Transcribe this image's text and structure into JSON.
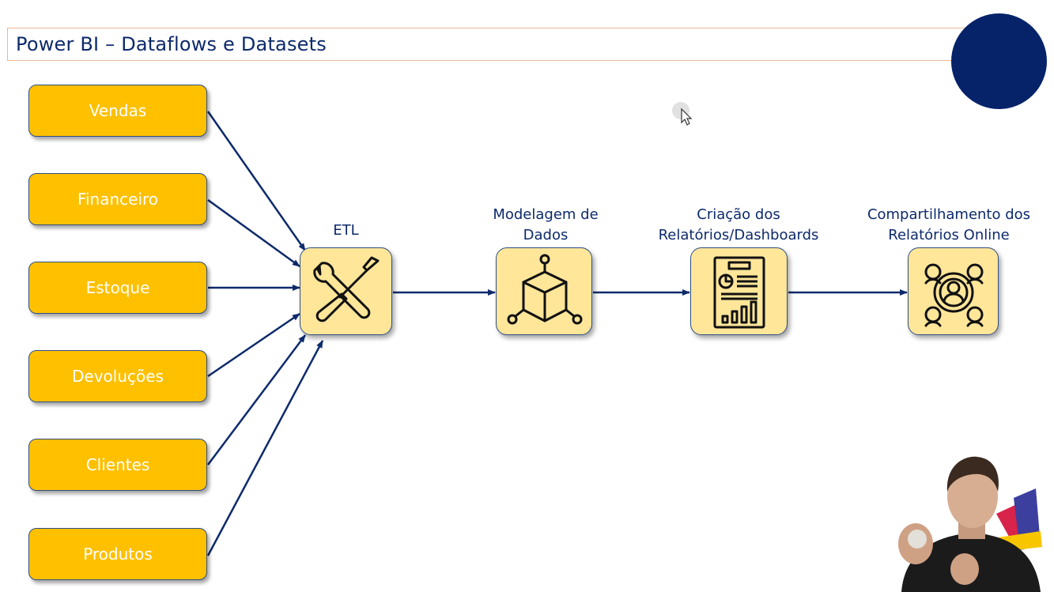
{
  "title": "Power BI – Dataflows e Datasets",
  "sources": [
    "Vendas",
    "Financeiro",
    "Estoque",
    "Devoluções",
    "Clientes",
    "Produtos"
  ],
  "steps": [
    {
      "label_line1": "ETL",
      "label_line2": "",
      "icon": "wrench-screwdriver-icon"
    },
    {
      "label_line1": "Modelagem de",
      "label_line2": "Dados",
      "icon": "cube-network-icon"
    },
    {
      "label_line1": "Criação dos",
      "label_line2": "Relatórios/Dashboards",
      "icon": "report-chart-icon"
    },
    {
      "label_line1": "Compartilhamento dos",
      "label_line2": "Relatórios Online",
      "icon": "user-network-icon"
    }
  ],
  "colors": {
    "source_fill": "#ffc000",
    "step_fill": "#ffe699",
    "arrow": "#0d2a6b",
    "title": "#0d2a6b",
    "circle": "#06236a"
  }
}
